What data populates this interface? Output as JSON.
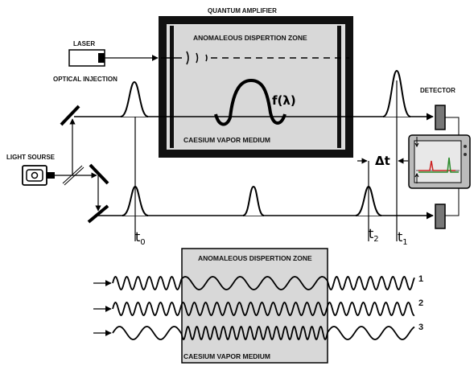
{
  "labels": {
    "quantum_amplifier": "QUANTUM AMPLIFIER",
    "laser": "LASER",
    "optical_injection": "OPTICAL INJECTION",
    "anomalous_zone_top": "ANOMALEOUS DISPERTION ZONE",
    "function": "f(λ)",
    "caesium_top": "CAESIUM VAPOR MEDIUM",
    "detector": "DETECTOR",
    "light_source": "LIGHT SOURSE",
    "delta_t": "Δt",
    "t0": "t",
    "t0_sub": "0",
    "t2": "t",
    "t2_sub": "2",
    "t1": "t",
    "t1_sub": "1",
    "anomalous_zone_bottom": "ANOMALEOUS DISPERTION ZONE",
    "caesium_bottom": "CAESIUM VAPOR MEDIUM",
    "wave1": "1",
    "wave2": "2",
    "wave3": "3"
  },
  "colors": {
    "ink": "#000000",
    "chamber_fill": "#d8d8d8",
    "scope_screen": "#e8e8e8",
    "scope_trace_red": "#cc2222",
    "scope_trace_green": "#2a8a2a"
  }
}
